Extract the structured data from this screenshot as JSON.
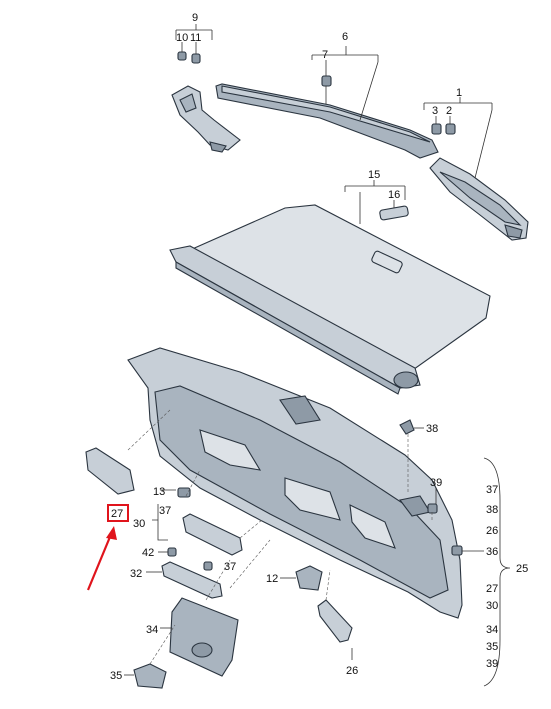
{
  "diagram": {
    "labels": {
      "l1": "1",
      "l2": "2",
      "l3": "3",
      "l6": "6",
      "l7": "7",
      "l9": "9",
      "l10": "10",
      "l11": "11",
      "l12": "12",
      "l13": "13",
      "l15": "15",
      "l16": "16",
      "l25": "25",
      "l26a": "26",
      "l26b": "26",
      "l27a": "27",
      "l27b": "27",
      "l30a": "30",
      "l30b": "30",
      "l32": "32",
      "l34a": "34",
      "l34b": "34",
      "l35": "35",
      "l36": "36",
      "l37a": "37",
      "l37b": "37",
      "l37c": "37",
      "l38a": "38",
      "l38b": "38",
      "l39a": "39",
      "l39b": "39",
      "l42": "42"
    },
    "highlight_color": "#e0141c"
  }
}
